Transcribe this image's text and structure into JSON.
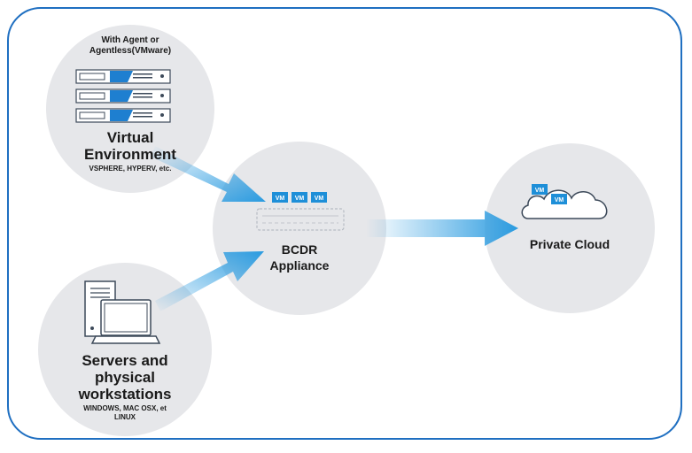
{
  "colors": {
    "frame": "#1f6fc1",
    "circle": "#e6e7ea",
    "arrow": "#2a9be0",
    "vm_badge": "#1e8fd8",
    "server_accent": "#1e7fd0",
    "icon_stroke": "#3d4a5a"
  },
  "virtual": {
    "caption": "With Agent or Agentless(VMware)",
    "title_line1": "Virtual",
    "title_line2": "Environment",
    "subtitle": "VSPHERE, HYPERV, etc.",
    "icon": "server-rack-icon"
  },
  "physical": {
    "title_line1": "Servers and",
    "title_line2": "physical",
    "title_line3": "workstations",
    "subtitle_line1": "WINDOWS, MAC OSX, et",
    "subtitle_line2": "LINUX",
    "icon": "desktop-laptop-icon"
  },
  "appliance": {
    "vm_badges": [
      "VM",
      "VM",
      "VM"
    ],
    "title_line1": "BCDR",
    "title_line2": "Appliance",
    "icon": "appliance-icon"
  },
  "cloud": {
    "vm_badges": [
      "VM",
      "VM"
    ],
    "title": "Private Cloud",
    "icon": "cloud-icon"
  }
}
